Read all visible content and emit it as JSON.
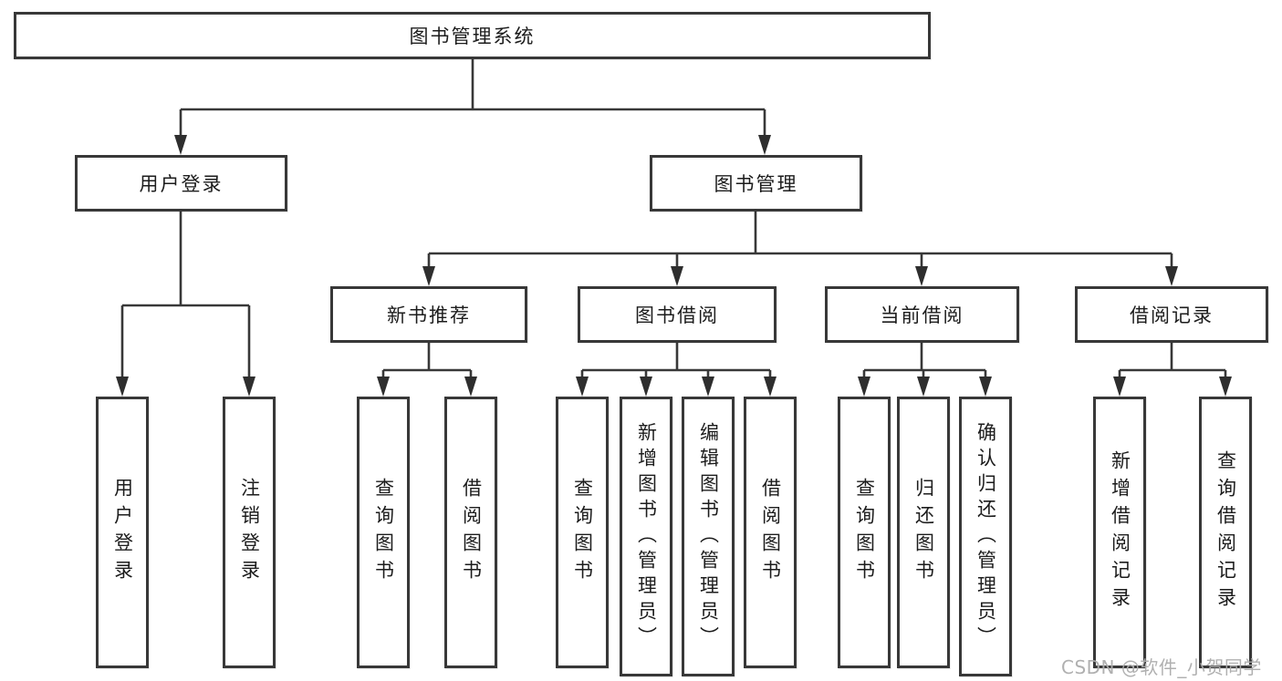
{
  "tree": {
    "label": "图书管理系统",
    "children": [
      {
        "label": "用户登录",
        "children": [
          {
            "label": "用户登录"
          },
          {
            "label": "注销登录"
          }
        ]
      },
      {
        "label": "图书管理",
        "children": [
          {
            "label": "新书推荐",
            "children": [
              {
                "label": "查询图书"
              },
              {
                "label": "借阅图书"
              }
            ]
          },
          {
            "label": "图书借阅",
            "children": [
              {
                "label": "查询图书"
              },
              {
                "label": "新增图书（管理员）"
              },
              {
                "label": "编辑图书（管理员）"
              },
              {
                "label": "借阅图书"
              }
            ]
          },
          {
            "label": "当前借阅",
            "children": [
              {
                "label": "查询图书"
              },
              {
                "label": "归还图书"
              },
              {
                "label": "确认归还（管理员）"
              }
            ]
          },
          {
            "label": "借阅记录",
            "children": [
              {
                "label": "新增借阅记录"
              },
              {
                "label": "查询借阅记录"
              }
            ]
          }
        ]
      }
    ]
  },
  "watermark": {
    "text": "CSDN @软件_小贺同学"
  },
  "colors": {
    "line_and_border": "#383838",
    "text": "#1c1c1c",
    "background": "#ffffff",
    "watermark": "#acacac"
  }
}
